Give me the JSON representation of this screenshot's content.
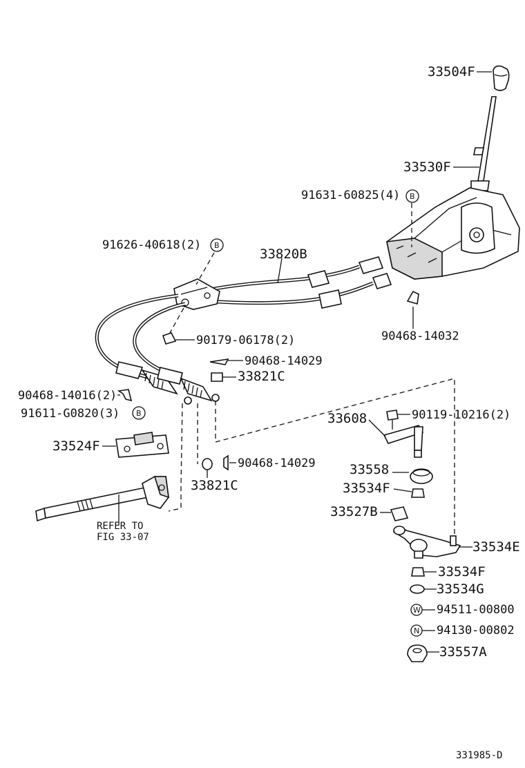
{
  "figure_id": "331985-D",
  "labels": {
    "p33504F": "33504F",
    "p33530F": "33530F",
    "p91631": "91631-60825(4)",
    "p91626": "91626-40618(2)",
    "p33820B": "33820B",
    "p90468_14032": "90468-14032",
    "p90179": "90179-06178(2)",
    "p90468_14029a": "90468-14029",
    "p33821C_a": "33821C",
    "p90468_14016": "90468-14016(2)",
    "p91611": "91611-G0820(3)",
    "p33524F": "33524F",
    "p33608": "33608",
    "p90119": "90119-10216(2)",
    "p90468_14029b": "90468-14029",
    "p33821C_b": "33821C",
    "p33558": "33558",
    "p33534F_a": "33534F",
    "p33527B": "33527B",
    "p33534E": "33534E",
    "p33534F_b": "33534F",
    "p33534G": "33534G",
    "p94511": "94511-00800",
    "p94130": "94130-00802",
    "p33557A": "33557A",
    "refer_line1": "REFER TO",
    "refer_line2": "FIG 33-07"
  },
  "markers": {
    "b": "B",
    "w": "W",
    "n": "N"
  }
}
